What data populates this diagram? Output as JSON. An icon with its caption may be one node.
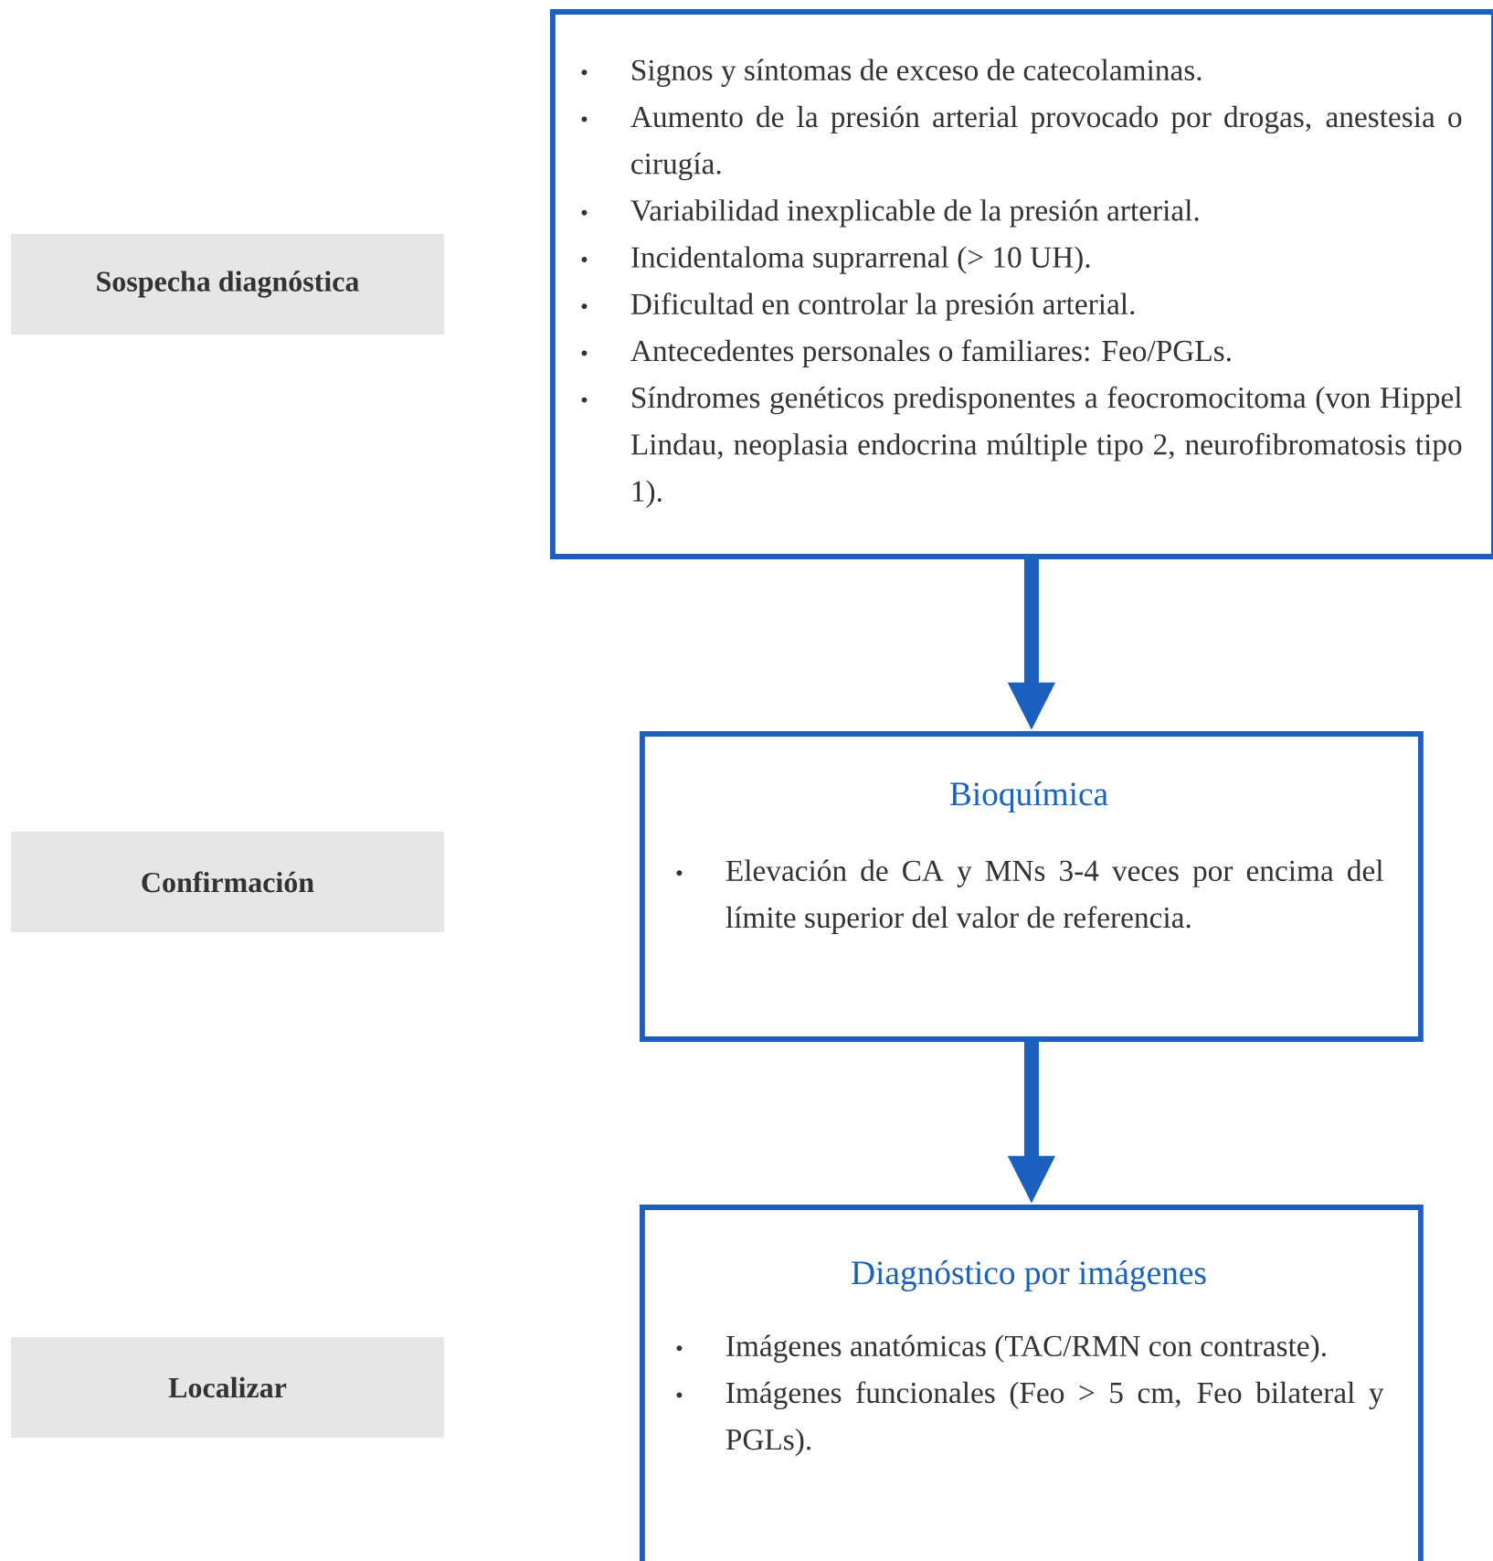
{
  "diagram": {
    "nodes": [
      {
        "text": [
          "Sospecha diagnóstica"
        ]
      },
      {
        "text": [
          "Confirmación"
        ]
      },
      {
        "text": [
          "Localizar"
        ]
      },
      {
        "text": [
          "Signos y síntomas de exceso de catecolaminas.",
          "Aumento de la presión arterial provocado por drogas, anestesia o cirugía.",
          "Variabilidad inexplicable de la presión arterial.",
          "Incidentaloma suprarrenal (> 10 UH).",
          "Dificultad en controlar la presión arterial.",
          "Antecedentes personales o familiares: Feo/PGLs.",
          "Síndromes genéticos predisponentes a feocromocitoma (von Hippel Lindau, neoplasia endocrina múltiple tipo 2, neurofibromatosis tipo 1)."
        ]
      },
      {
        "text": [
          "Bioquímica",
          "Elevación de CA y MNs 3-4 veces por encima del límite superior del valor de referencia."
        ]
      },
      {
        "text": [
          "Diagnóstico por imágenes",
          "Imágenes anatómicas (TAC/RMN con contraste).",
          "Imágenes funcionales (Feo > 5 cm, Feo bilateral y PGLs)."
        ]
      }
    ],
    "edges": [
      {
        "from": 3,
        "to": 4,
        "arrow": "to"
      },
      {
        "from": 4,
        "to": 5,
        "arrow": "to"
      }
    ]
  }
}
